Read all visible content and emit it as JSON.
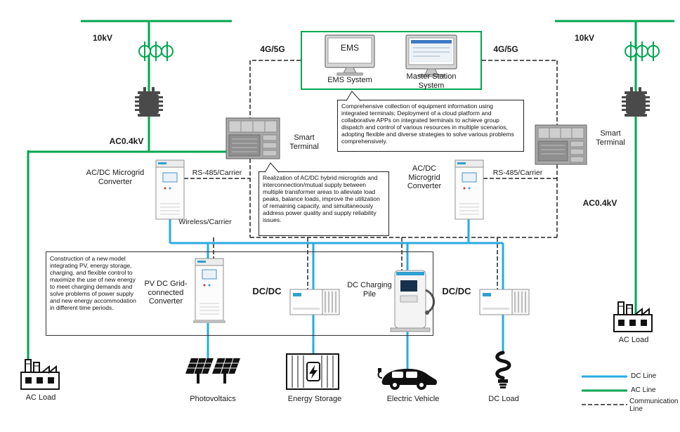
{
  "colors": {
    "ac_line": "#00A651",
    "dc_line": "#29ABE2",
    "comm_line": "#222222"
  },
  "top": {
    "kv_left": "10kV",
    "kv_right": "10kV",
    "g45_left": "4G/5G",
    "g45_right": "4G/5G",
    "ems_screen": "EMS",
    "ems_label": "EMS System",
    "master_label": "Master Station System"
  },
  "mid": {
    "ac04_left": "AC0.4kV",
    "ac04_right": "AC0.4kV",
    "smart_left": "Smart Terminal",
    "smart_right": "Smart Terminal",
    "acdc_left": "AC/DC Microgrid Converter",
    "acdc_right": "AC/DC Microgrid Converter",
    "rs485_left": "RS-485/Carrier",
    "rs485_right": "RS-485/Carrier",
    "wireless": "Wireless/Carrier"
  },
  "devices": {
    "pv_conv": "PV DC Grid-connected Converter",
    "dcdc_left": "DC/DC",
    "dcdc_right": "DC/DC",
    "pile": "DC Charging Pile"
  },
  "loads": {
    "photovoltaics": "Photovoltaics",
    "energy_storage": "Energy Storage",
    "ev": "Electric Vehicle",
    "dc_load": "DC Load",
    "ac_load_left": "AC Load",
    "ac_load_right": "AC Load"
  },
  "callouts": {
    "comprehensive": "Comprehensive collection of equipment information using integrated terminals; Deployment of a cloud platform and collaborative APPs on integrated terminals to achieve group dispatch and control of various resources in multiple scenarios, adopting flexible and diverse strategies to solve various problems comprehensively.",
    "realization": "Realization of AC/DC hybrid microgrids and interconnection/mutual supply between multiple transformer areas to alleviate load peaks, balance loads, improve the utilization of remaining capacity, and simultaneously address power quality and supply reliability issues.",
    "construction": "Construction of a new model integrating PV, energy storage, charging, and flexible control to maximize the use of new energy to meet charging demands and solve problems of power supply and new energy accommodation in different time periods."
  },
  "legend": {
    "dc": "DC Line",
    "ac": "AC Line",
    "comm": "Communication Line"
  }
}
